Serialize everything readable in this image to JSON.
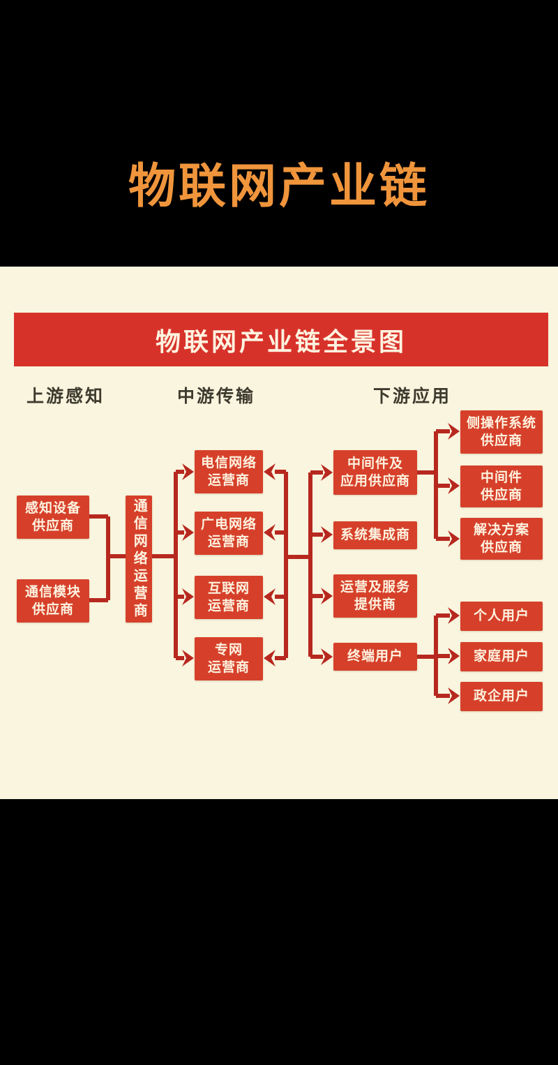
{
  "title": {
    "text": "物联网产业链"
  },
  "banner": {
    "title": "物联网产业链全景图"
  },
  "columns": {
    "upstream": "上游感知",
    "midstream": "中游传输",
    "downstream": "下游应用"
  },
  "diagram": {
    "nodes": {
      "sensor_supplier": {
        "label": "感知设备\n供应商"
      },
      "module_supplier": {
        "label": "通信模块\n供应商"
      },
      "network_operator": {
        "label": "通信网络运营商"
      },
      "telecom_operator": {
        "label": "电信网络\n运营商"
      },
      "broadcast_operator": {
        "label": "广电网络\n运营商"
      },
      "internet_operator": {
        "label": "互联网\n运营商"
      },
      "private_network_operator": {
        "label": "专网\n运营商"
      },
      "middleware_app_supplier": {
        "label": "中间件及\n应用供应商"
      },
      "system_integrator": {
        "label": "系统集成商"
      },
      "ops_service_provider": {
        "label": "运营及服务\n提供商"
      },
      "end_user": {
        "label": "终端用户"
      },
      "os_supplier": {
        "label": "侧操作系统\n供应商"
      },
      "middleware_supplier": {
        "label": "中间件\n供应商"
      },
      "solution_supplier": {
        "label": "解决方案\n供应商"
      },
      "personal_user": {
        "label": "个人用户"
      },
      "family_user": {
        "label": "家庭用户"
      },
      "gov_enterprise_user": {
        "label": "政企用户"
      }
    }
  },
  "colors": {
    "background_black": "#000000",
    "title_orange": "#f0953c",
    "panel_beige": "#f9f5df",
    "banner_red": "#d7322a",
    "node_red": "#d6402a",
    "connector_red": "#b7281f",
    "node_text": "#fdf3e0",
    "header_text": "#3d3a2e"
  }
}
